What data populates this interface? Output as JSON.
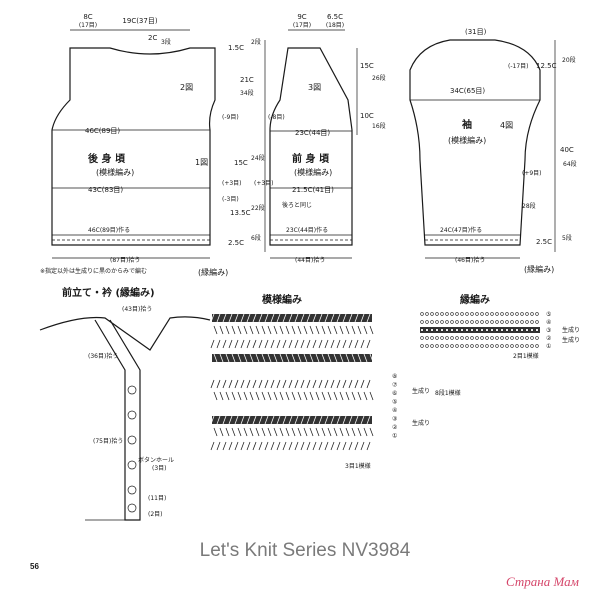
{
  "pieces": {
    "back": {
      "name": "後 身 頃",
      "pattern": "(模様編み)",
      "fig": "1図",
      "fig_top": "2図",
      "width_line": "46C(89目)",
      "mid_line": "43C(83目)",
      "hem_line": "46C(89目)作る",
      "bottom_width": "(87目)拾う",
      "top_left": "8C",
      "top_left_st": "(17目)",
      "top_mid": "19C(37目)",
      "neck": "2C",
      "neck_rows": "3段"
    },
    "front": {
      "name": "前 身 頃",
      "pattern": "(模様編み)",
      "fig": "3図",
      "width_line": "23C(44目)",
      "mid_line": "21.5C(41目)",
      "hem_line": "23C(44目)作る",
      "bottom_width": "(44目)拾う",
      "same_note": "後ろと同じ",
      "top_left": "9C",
      "top_left_st": "(17目)",
      "top_right": "6.5C",
      "top_right_st": "(18目)"
    },
    "sleeve": {
      "name": "袖",
      "pattern": "(模様編み)",
      "fig": "4図",
      "top": "(31目)",
      "cap_side": "(-17目)",
      "width_line": "34C(65目)",
      "hem_line": "24C(47目)作る",
      "bottom_width": "(46目)拾う",
      "increase": "(+9目)",
      "edge": "(縁編み)"
    }
  },
  "dims": {
    "d1": "1.5C",
    "d1r": "2段",
    "d2": "21C",
    "d2r": "34段",
    "d3": "15C",
    "d3r": "24段",
    "d4": "(+3目)",
    "d5": "(-3目)",
    "d6": "13.5C",
    "d6r": "22段",
    "d7": "2.5C",
    "d7r": "6段",
    "d8": "(-9目)",
    "d9": "(-8目)",
    "d10": "(+3目)",
    "f1": "15C",
    "f1r": "26段",
    "f2": "10C",
    "f2r": "16段",
    "f3": "1.5C",
    "f3r": "2段",
    "s1": "12.5C",
    "s1r": "20段",
    "s2": "40C",
    "s2r": "64段",
    "s3": "2.5C",
    "s3r": "5段",
    "s4": "28段"
  },
  "edge_label_back": "(縁編み)",
  "note": "※指定以外は生成りに黒のからみで編む",
  "collar": {
    "title": "前立て・衿 (縁編み)",
    "top": "(43目)拾う",
    "side1": "(36目)拾う",
    "side2": "(75目)拾う",
    "buttonhole": "ボタンホール",
    "buttonhole_n": "(3目)",
    "bottom1": "(11目)",
    "bottom2": "(2目)"
  },
  "stitch": {
    "title": "模様編み",
    "repeat_rows": "8段1模様",
    "repeat_sts": "3目1模様",
    "row_labels": [
      "⑧",
      "⑦",
      "⑥",
      "⑤",
      "④",
      "③",
      "②",
      "①"
    ],
    "colors": [
      "生成り",
      "生成り"
    ]
  },
  "edging": {
    "title": "縁編み",
    "repeat_sts": "2目1模様",
    "row_labels": [
      "⑤",
      "④",
      "③",
      "②",
      "①"
    ],
    "colors": [
      "生成り",
      "生成り"
    ]
  },
  "footer": "Let's Knit Series NV3984",
  "page_number": "56",
  "watermark": "Страна Мам"
}
